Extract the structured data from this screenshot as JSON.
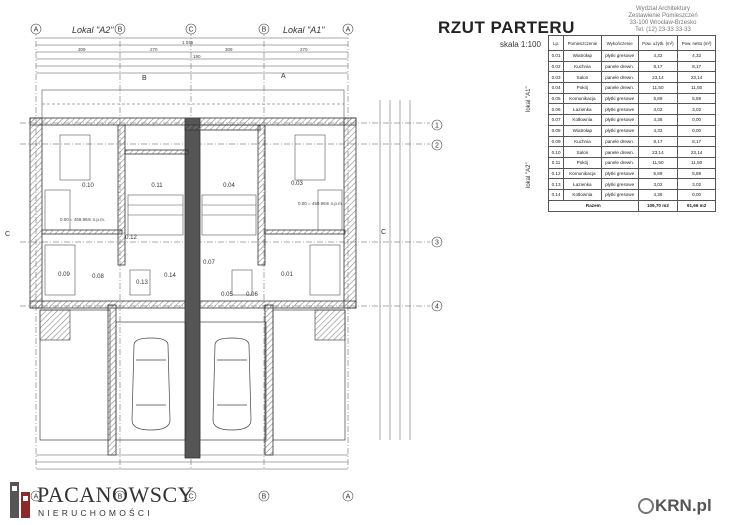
{
  "plan": {
    "labels": {
      "lokal_a2": "Lokal \"A2\"",
      "lokal_a1": "Lokal \"A1\""
    },
    "axes_top": [
      "A",
      "B",
      "C",
      "B",
      "A"
    ],
    "axes_bottom": [
      "A",
      "B",
      "C",
      "B",
      "A"
    ],
    "axes_right": [
      "1",
      "2",
      "3",
      "4"
    ],
    "section_marks": {
      "c_left": "C",
      "c_right": "C",
      "b": "B",
      "a": "A"
    },
    "rooms": {
      "r010": "0.10",
      "r011": "0.11",
      "r004": "0.04",
      "r003": "0.03",
      "r009": "0.09",
      "r008": "0.08",
      "r013": "0.13",
      "r014": "0.14",
      "r007": "0.07",
      "r006": "0.06",
      "r005": "0.05",
      "r001": "0.01",
      "r012": "0.12"
    },
    "levels": {
      "left": "0.00 = 459.96m n.p.m.",
      "right": "0.00 = 459.96m n.p.m."
    },
    "dims_top": [
      "1 045",
      "309",
      "270",
      "190",
      "309",
      "270"
    ]
  },
  "header": {
    "title": "RZUT PARTERU",
    "scale": "skala 1:100",
    "stamp_lines": [
      "Wydział Architektury",
      "Zestawienie Pomieszczeń",
      "33-100 Wrocław-Brzesko",
      "Tel. (12) 23-33 33-33"
    ]
  },
  "table": {
    "headers": [
      "Lp.",
      "Pomieszczenie",
      "Wykończenie",
      "Pow. użytk. (m²)",
      "Pow. netto (m²)"
    ],
    "rows": [
      [
        "0.01",
        "Wiatrołap",
        "płytki gresowe",
        "4,32",
        "4,32"
      ],
      [
        "0.02",
        "Kuchnia",
        "panele drewn.",
        "8,17",
        "8,17"
      ],
      [
        "0.03",
        "Salon",
        "panele drewn.",
        "23,14",
        "23,14"
      ],
      [
        "0.04",
        "Pokój",
        "panele drewn.",
        "11,50",
        "11,50"
      ],
      [
        "0.05",
        "Komunikacja",
        "płytki gresowe",
        "5,89",
        "5,89"
      ],
      [
        "0.06",
        "Łazienka",
        "płytki gresowe",
        "3,02",
        "3,02"
      ],
      [
        "0.07",
        "Kotłownia",
        "płytki gresowe",
        "4,36",
        "0,00"
      ],
      [
        "0.08",
        "Wiatrołap",
        "płytki gresowe",
        "4,32",
        "0,00"
      ],
      [
        "0.09",
        "Kuchnia",
        "panele drewn.",
        "8,17",
        "8,17"
      ],
      [
        "0.10",
        "Salon",
        "panele drewn.",
        "23,14",
        "23,14"
      ],
      [
        "0.11",
        "Pokój",
        "panele drewn.",
        "11,50",
        "11,50"
      ],
      [
        "0.12",
        "Komunikacja",
        "płytki gresowe",
        "5,89",
        "5,89"
      ],
      [
        "0.13",
        "Łazienka",
        "płytki gresowe",
        "3,02",
        "3,02"
      ],
      [
        "0.14",
        "Kotłownia",
        "płytki gresowe",
        "4,36",
        "0,00"
      ]
    ],
    "sum": [
      "Razem",
      "109,70 m2",
      "91,66 m2"
    ],
    "side_labels": [
      "lokal \"A1\"",
      "lokal \"A2\""
    ]
  },
  "branding": {
    "agency_name": "PACANOWSCY",
    "agency_sub": "NIERUCHOMOŚCI",
    "portal": "KRN.pl"
  },
  "colors": {
    "line": "#333333",
    "hatch": "#9a9a9a",
    "brand": "#333333"
  }
}
